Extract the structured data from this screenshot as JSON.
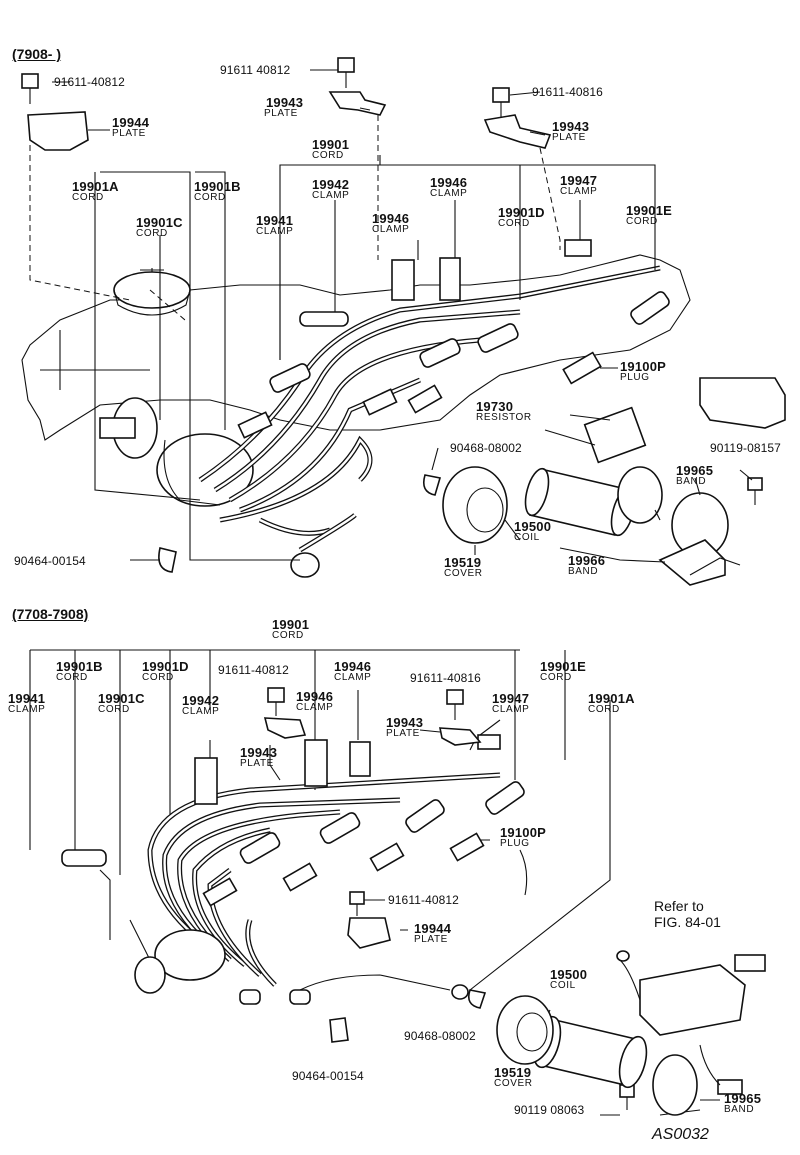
{
  "sections": {
    "top": "(7908-        )",
    "bottom": "(7708-7908)"
  },
  "top_labels": {
    "bolt_a": "91611-40812",
    "bolt_b": "91611 40812",
    "bolt_c": "91611-40816",
    "p19944": {
      "pn": "19944",
      "name": "PLATE"
    },
    "p19943a": {
      "pn": "19943",
      "name": "PLATE"
    },
    "p19943b": {
      "pn": "19943",
      "name": "PLATE"
    },
    "p19901": {
      "pn": "19901",
      "name": "CORD"
    },
    "p19901A": {
      "pn": "19901A",
      "name": "CORD"
    },
    "p19901B": {
      "pn": "19901B",
      "name": "CORD"
    },
    "p19942": {
      "pn": "19942",
      "name": "CLAMP"
    },
    "p19946a": {
      "pn": "19946",
      "name": "CLAMP"
    },
    "p19947": {
      "pn": "19947",
      "name": "CLAMP"
    },
    "p19901C": {
      "pn": "19901C",
      "name": "CORD"
    },
    "p19941": {
      "pn": "19941",
      "name": "CLAMP"
    },
    "p19946b": {
      "pn": "19946",
      "name": "CLAMP"
    },
    "p19901D": {
      "pn": "19901D",
      "name": "CORD"
    },
    "p19901E": {
      "pn": "19901E",
      "name": "CORD"
    },
    "p19100P": {
      "pn": "19100P",
      "name": "PLUG"
    },
    "p19730": {
      "pn": "19730",
      "name": "RESISTOR"
    },
    "clip1": "90468-08002",
    "bolt_d": "90119-08157",
    "p19965": {
      "pn": "19965",
      "name": "BAND"
    },
    "p19500": {
      "pn": "19500",
      "name": "COIL"
    },
    "p19966": {
      "pn": "19966",
      "name": "BAND"
    },
    "clip2": "90464-00154",
    "p19519": {
      "pn": "19519",
      "name": "COVER"
    }
  },
  "bottom_labels": {
    "p19901": {
      "pn": "19901",
      "name": "CORD"
    },
    "p19901B": {
      "pn": "19901B",
      "name": "CORD"
    },
    "p19901D": {
      "pn": "19901D",
      "name": "CORD"
    },
    "bolt_a": "91611-40812",
    "p19946a": {
      "pn": "19946",
      "name": "CLAMP"
    },
    "bolt_b": "91611-40816",
    "p19901E": {
      "pn": "19901E",
      "name": "CORD"
    },
    "p19941": {
      "pn": "19941",
      "name": "CLAMP"
    },
    "p19901C": {
      "pn": "19901C",
      "name": "CORD"
    },
    "p19942": {
      "pn": "19942",
      "name": "CLAMP"
    },
    "p19946b": {
      "pn": "19946",
      "name": "CLAMP"
    },
    "p19947": {
      "pn": "19947",
      "name": "CLAMP"
    },
    "p19901A": {
      "pn": "19901A",
      "name": "CORD"
    },
    "p19943a": {
      "pn": "19943",
      "name": "PLATE"
    },
    "p19943b": {
      "pn": "19943",
      "name": "PLATE"
    },
    "p19100P": {
      "pn": "19100P",
      "name": "PLUG"
    },
    "bolt_c": "91611-40812",
    "p19944": {
      "pn": "19944",
      "name": "PLATE"
    },
    "ref_line1": "Refer to",
    "ref_line2": "FIG. 84-01",
    "p19500": {
      "pn": "19500",
      "name": "COIL"
    },
    "clip1": "90468-08002",
    "clip2": "90464-00154",
    "p19519": {
      "pn": "19519",
      "name": "COVER"
    },
    "bolt_d": "90119 08063",
    "p19965": {
      "pn": "19965",
      "name": "BAND"
    }
  },
  "drawing_code": "AS0032"
}
